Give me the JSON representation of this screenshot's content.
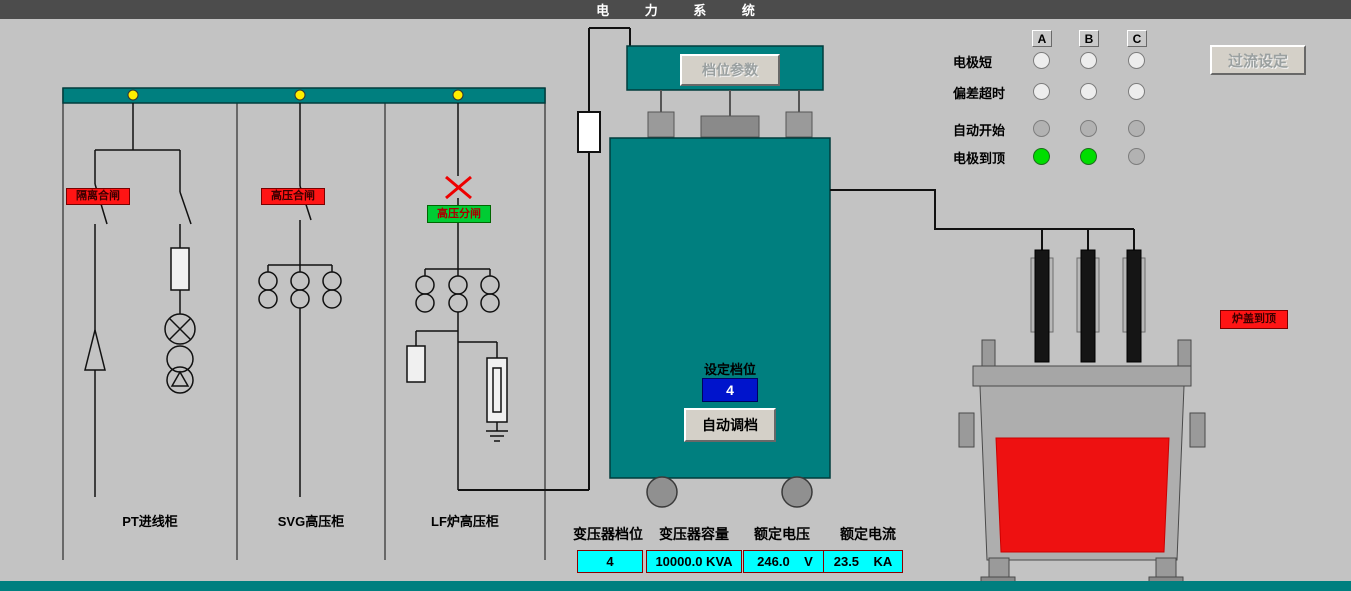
{
  "title_bar": {
    "title": "电 力 系 统"
  },
  "cabinets": [
    {
      "label": "PT进线柜",
      "switch_tag": "隔离合闸"
    },
    {
      "label": "SVG高压柜",
      "switch_tag": "高压合闸"
    },
    {
      "label": "LF炉高压柜",
      "switch_tag": "高压分闸"
    }
  ],
  "transformer": {
    "tap_params_button": "档位参数",
    "set_tap_label": "设定档位",
    "set_tap_value": "4",
    "auto_tap_button": "自动调档"
  },
  "readouts": [
    {
      "label": "变压器档位",
      "value": "4"
    },
    {
      "label": "变压器容量",
      "value": "10000.0 KVA"
    },
    {
      "label": "额定电压",
      "value": "246.0    V"
    },
    {
      "label": "额定电流",
      "value": "23.5    KA"
    }
  ],
  "status_panel": {
    "columns": [
      "A",
      "B",
      "C"
    ],
    "rows": [
      {
        "label": "电极短",
        "states": [
          "ring",
          "ring",
          "ring"
        ]
      },
      {
        "label": "偏差超时",
        "states": [
          "ring",
          "ring",
          "ring"
        ]
      },
      {
        "label": "自动开始",
        "states": [
          "gray",
          "gray",
          "gray"
        ]
      },
      {
        "label": "电极到顶",
        "states": [
          "green",
          "green",
          "gray"
        ]
      }
    ]
  },
  "overcurrent_button": {
    "label": "过流设定"
  },
  "furnace": {
    "cover_top_tag": "炉盖到顶"
  },
  "colors": {
    "teal": "#007f7f",
    "alarm_red": "#ff1414",
    "ok_green": "#00cc33",
    "value_cyan": "#00ffff",
    "set_blue": "#0014cc",
    "node_yellow": "#ffee00"
  }
}
